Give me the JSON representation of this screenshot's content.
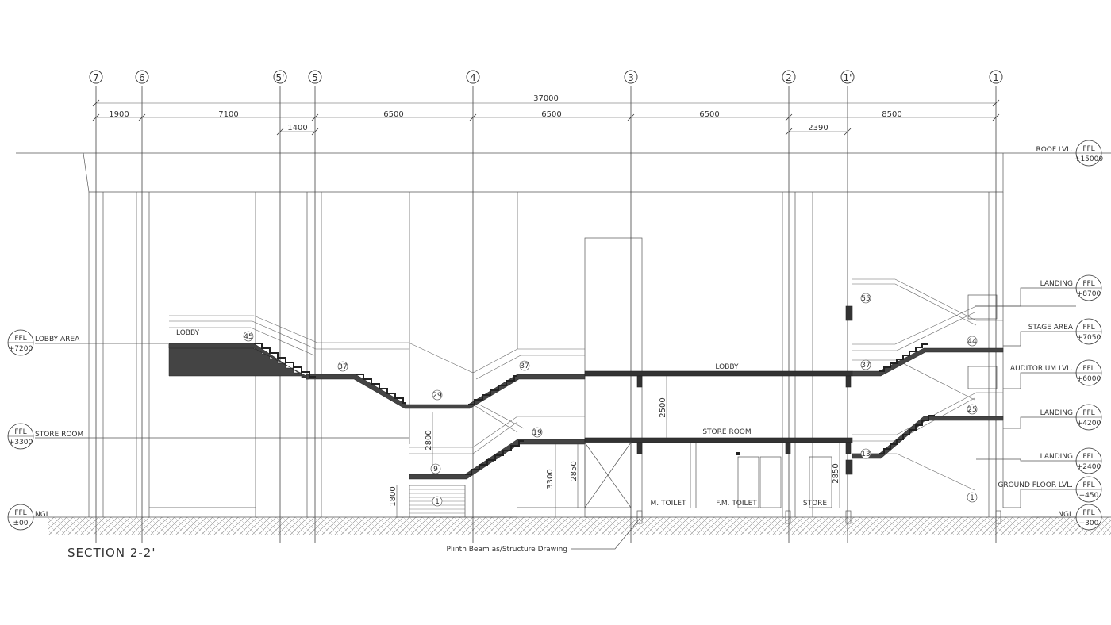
{
  "title": "SECTION 2-2'",
  "grid_axes": [
    "7",
    "6",
    "5'",
    "5",
    "4",
    "3",
    "2",
    "1'",
    "1"
  ],
  "dimensions": {
    "overall": "37000",
    "spans": [
      "1900",
      "7100",
      "6500",
      "6500",
      "6500",
      "8500"
    ],
    "sub_spans": [
      "1400",
      "2390"
    ],
    "heights": [
      "1800",
      "2800",
      "3300",
      "2850",
      "2500",
      "2850"
    ]
  },
  "levels_right": [
    {
      "tag": "FFL",
      "value": "+15000",
      "label": "ROOF LVL."
    },
    {
      "tag": "FFL",
      "value": "+8700",
      "label": "LANDING"
    },
    {
      "tag": "FFL",
      "value": "+7050",
      "label": "STAGE AREA"
    },
    {
      "tag": "FFL",
      "value": "+6000",
      "label": "AUDITORIUM LVL."
    },
    {
      "tag": "FFL",
      "value": "+4200",
      "label": "LANDING"
    },
    {
      "tag": "FFL",
      "value": "+2400",
      "label": "LANDING"
    },
    {
      "tag": "FFL",
      "value": "+450",
      "label": "GROUND FLOOR LVL."
    },
    {
      "tag": "FFL",
      "value": "+300",
      "label": "NGL"
    }
  ],
  "levels_left": [
    {
      "tag": "FFL",
      "value": "+7200",
      "label": "LOBBY AREA"
    },
    {
      "tag": "FFL",
      "value": "+3300",
      "label": "STORE ROOM"
    },
    {
      "tag": "FFL",
      "value": "±00",
      "label": "NGL"
    }
  ],
  "room_labels": [
    "LOBBY",
    "LOBBY",
    "STORE ROOM",
    "M. TOILET",
    "F.M. TOILET",
    "STORE"
  ],
  "step_numbers": [
    "45",
    "37",
    "37",
    "29",
    "19",
    "9",
    "1",
    "55",
    "44",
    "37",
    "25",
    "13",
    "1"
  ],
  "note": "Plinth Beam as/Structure Drawing"
}
